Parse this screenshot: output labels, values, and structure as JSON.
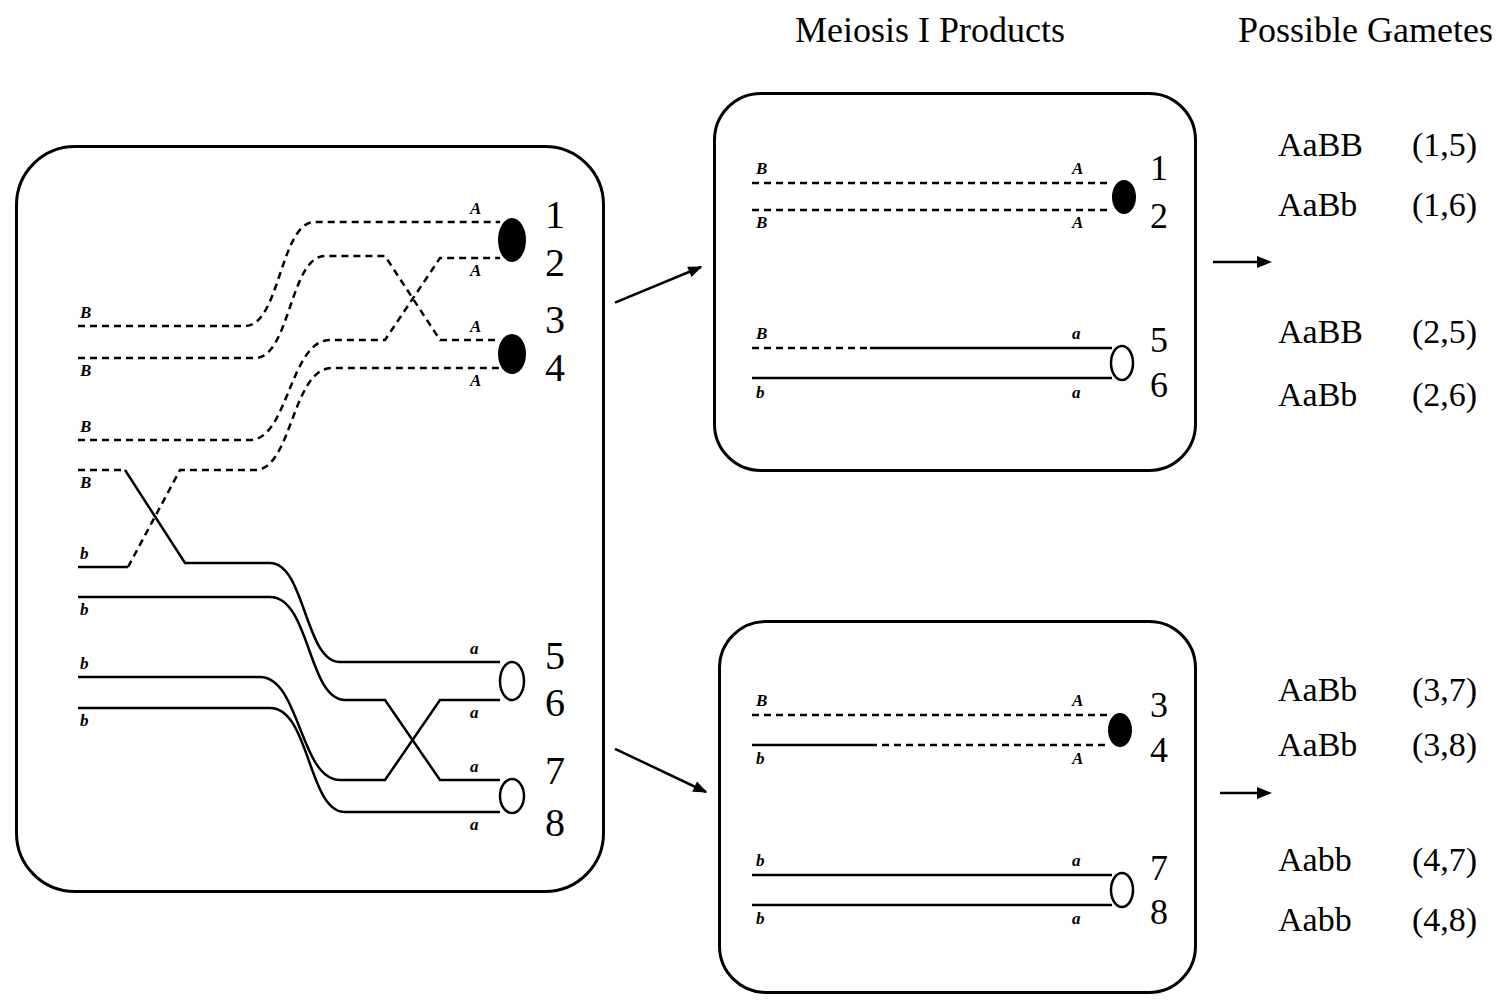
{
  "diagram": {
    "nodes": [
      {
        "text": [
          "A",
          "1",
          "A",
          "2",
          "B",
          "A",
          "3",
          "B",
          "A",
          "4",
          "B",
          "B",
          "b",
          "b",
          "a",
          "5",
          "b",
          "a",
          "6",
          "b",
          "a",
          "7",
          "a",
          "8"
        ]
      },
      {
        "text": [
          "B",
          "A",
          "1",
          "B",
          "A",
          "2",
          "B",
          "a",
          "5",
          "b",
          "a",
          "6"
        ]
      },
      {
        "text": [
          "B",
          "A",
          "3",
          "b",
          "A",
          "4",
          "b",
          "a",
          "7",
          "b",
          "a",
          "8"
        ]
      }
    ],
    "edges": [
      {
        "from": 0,
        "to": 1,
        "arrow": "to"
      },
      {
        "from": 0,
        "to": 2,
        "arrow": "to"
      }
    ],
    "labels": [
      "Meiosis I Products",
      "Possible Gametes",
      "AaBB",
      "(1,5)",
      "AaBb",
      "(1,6)",
      "AaBB",
      "(2,5)",
      "AaBb",
      "(2,6)",
      "AaBb",
      "(3,7)",
      "AaBb",
      "(3,8)",
      "Aabb",
      "(4,7)",
      "Aabb",
      "(4,8)"
    ]
  }
}
